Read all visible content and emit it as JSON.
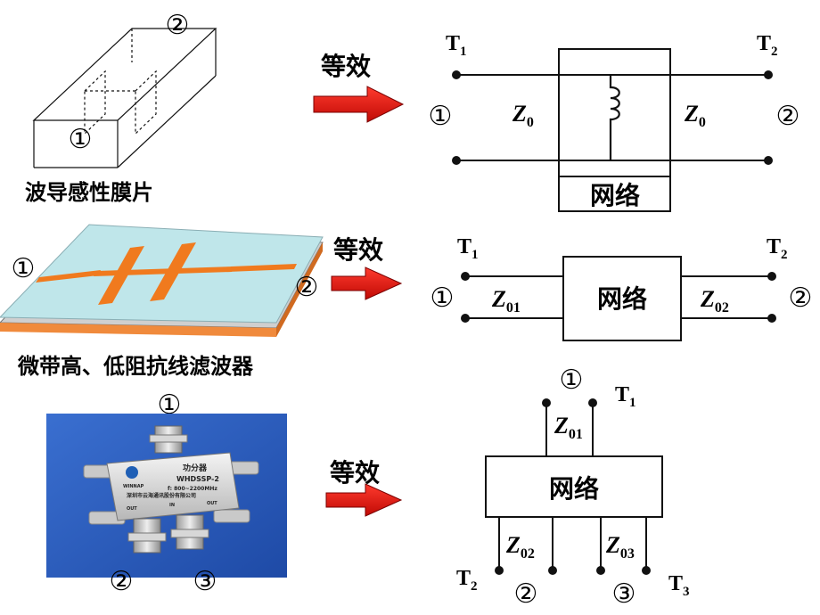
{
  "arrow_label": "等效",
  "rows": [
    {
      "caption": "波导感性膜片",
      "network_label": "网络",
      "port_labels": [
        "①",
        "②"
      ],
      "terminals": [
        {
          "main": "T",
          "sub": "1"
        },
        {
          "main": "T",
          "sub": "2"
        }
      ],
      "impedances": [
        {
          "main": "Z",
          "sub": "0"
        },
        {
          "main": "Z",
          "sub": "0"
        }
      ]
    },
    {
      "caption": "微带高、低阻抗线滤波器",
      "network_label": "网络",
      "port_labels": [
        "①",
        "②"
      ],
      "terminals": [
        {
          "main": "T",
          "sub": "1"
        },
        {
          "main": "T",
          "sub": "2"
        }
      ],
      "impedances": [
        {
          "main": "Z",
          "sub": "01"
        },
        {
          "main": "Z",
          "sub": "02"
        }
      ]
    },
    {
      "network_label": "网络",
      "port_labels": [
        "①",
        "②",
        "③"
      ],
      "terminals": [
        {
          "main": "T",
          "sub": "1"
        },
        {
          "main": "T",
          "sub": "2"
        },
        {
          "main": "T",
          "sub": "3"
        }
      ],
      "impedances": [
        {
          "main": "Z",
          "sub": "01"
        },
        {
          "main": "Z",
          "sub": "02"
        },
        {
          "main": "Z",
          "sub": "03"
        }
      ],
      "device_label": {
        "name": "功分器",
        "model": "WHDSSP-2",
        "freq": "f: 800~2200MHz",
        "maker": "深圳市云海通讯股份有限公司",
        "out1": "OUT",
        "in": "IN",
        "out2": "OUT"
      }
    }
  ],
  "colors": {
    "arrow": "#e8120c",
    "trace": "#f07a1e",
    "substrate": "#bfe6ea",
    "photo_bg": "#2a58b8"
  }
}
